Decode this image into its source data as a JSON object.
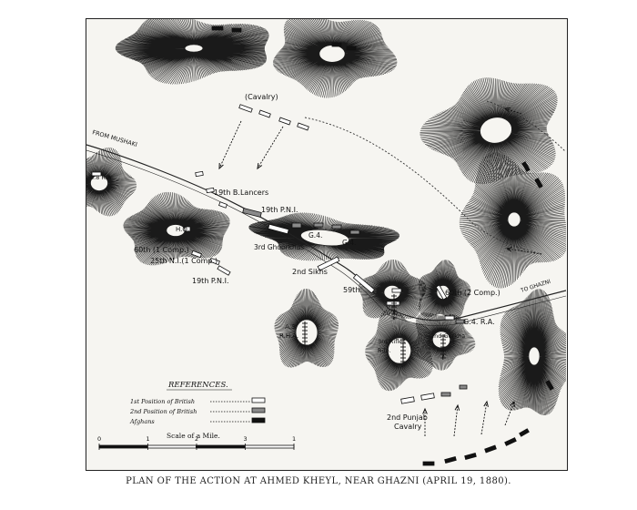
{
  "caption": "PLAN OF THE ACTION AT AHMED KHEYL, NEAR GHAZNI (APRIL 19, 1880).",
  "roads": {
    "from_mushaki": "FROM MUSHAKI",
    "to_ghazni": "TO GHAZNI"
  },
  "labels": {
    "cavalry": "(Cavalry)",
    "lancers": "19th B.Lancers",
    "pni_19_upper": "19th P.N.I.",
    "hq": "H.Q.",
    "comp_60": "60th (1 Comp.)",
    "ni_25": "25th N.I.(1 Comp.)",
    "pni_19_lower": "19th P.N.I.",
    "ghoorkhas": "3rd Ghoorkhas",
    "g4_a": "G.4.",
    "g4_b": "G.4.",
    "sikhs": "2nd Sikhs",
    "regt_59": "59th.",
    "comp_60_2": "60th (2 Comp.)",
    "g4_ra": "G.4. R.A.",
    "arha": "A.3.",
    "rha": "R.H.A.",
    "rifles": "3rd Rifles",
    "rifles_b": "Bde.",
    "punjab": "2nd Punjab",
    "punjab_b": "Cavalry",
    "gurkha": "2nd Gurkha",
    "ra_top": "6.8 R.A."
  },
  "references": {
    "heading": "REFERENCES.",
    "items": [
      {
        "label": "1st Position of British",
        "swatch": "#ffffff"
      },
      {
        "label": "2nd Position of British",
        "swatch": "#8a8a8a"
      },
      {
        "label": "Afghans",
        "swatch": "#111111"
      }
    ]
  },
  "scale": {
    "title": "Scale of a Mile.",
    "ticks": [
      "0",
      "1",
      "2",
      "3",
      "1"
    ]
  },
  "colors": {
    "ink": "#111111",
    "paper": "#f6f5f1",
    "grey_unit": "#8a8a8a"
  }
}
